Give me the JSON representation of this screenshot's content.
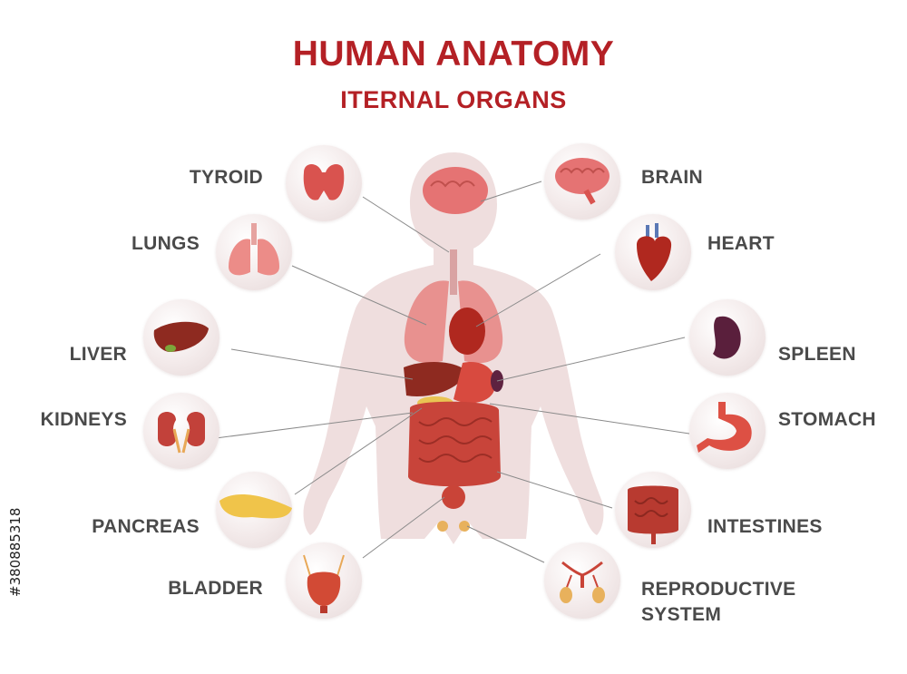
{
  "title": "HUMAN ANATOMY",
  "subtitle": "ITERNAL ORGANS",
  "labels": {
    "tyroid": "TYROID",
    "lungs": "LUNGS",
    "liver": "LIVER",
    "kidneys": "KIDNEYS",
    "pancreas": "PANCREAS",
    "bladder": "BLADDER",
    "brain": "BRAIN",
    "heart": "HEART",
    "spleen": "SPLEEN",
    "stomach": "STOMACH",
    "intestines": "INTESTINES",
    "reproductive_line1": "REPRODUCTIVE",
    "reproductive_line2": "SYSTEM"
  },
  "watermark": "#380885318",
  "colors": {
    "title": "#b42025",
    "label": "#4a4a4a",
    "organ": "#c0392b",
    "body": "#e8cfcf"
  }
}
